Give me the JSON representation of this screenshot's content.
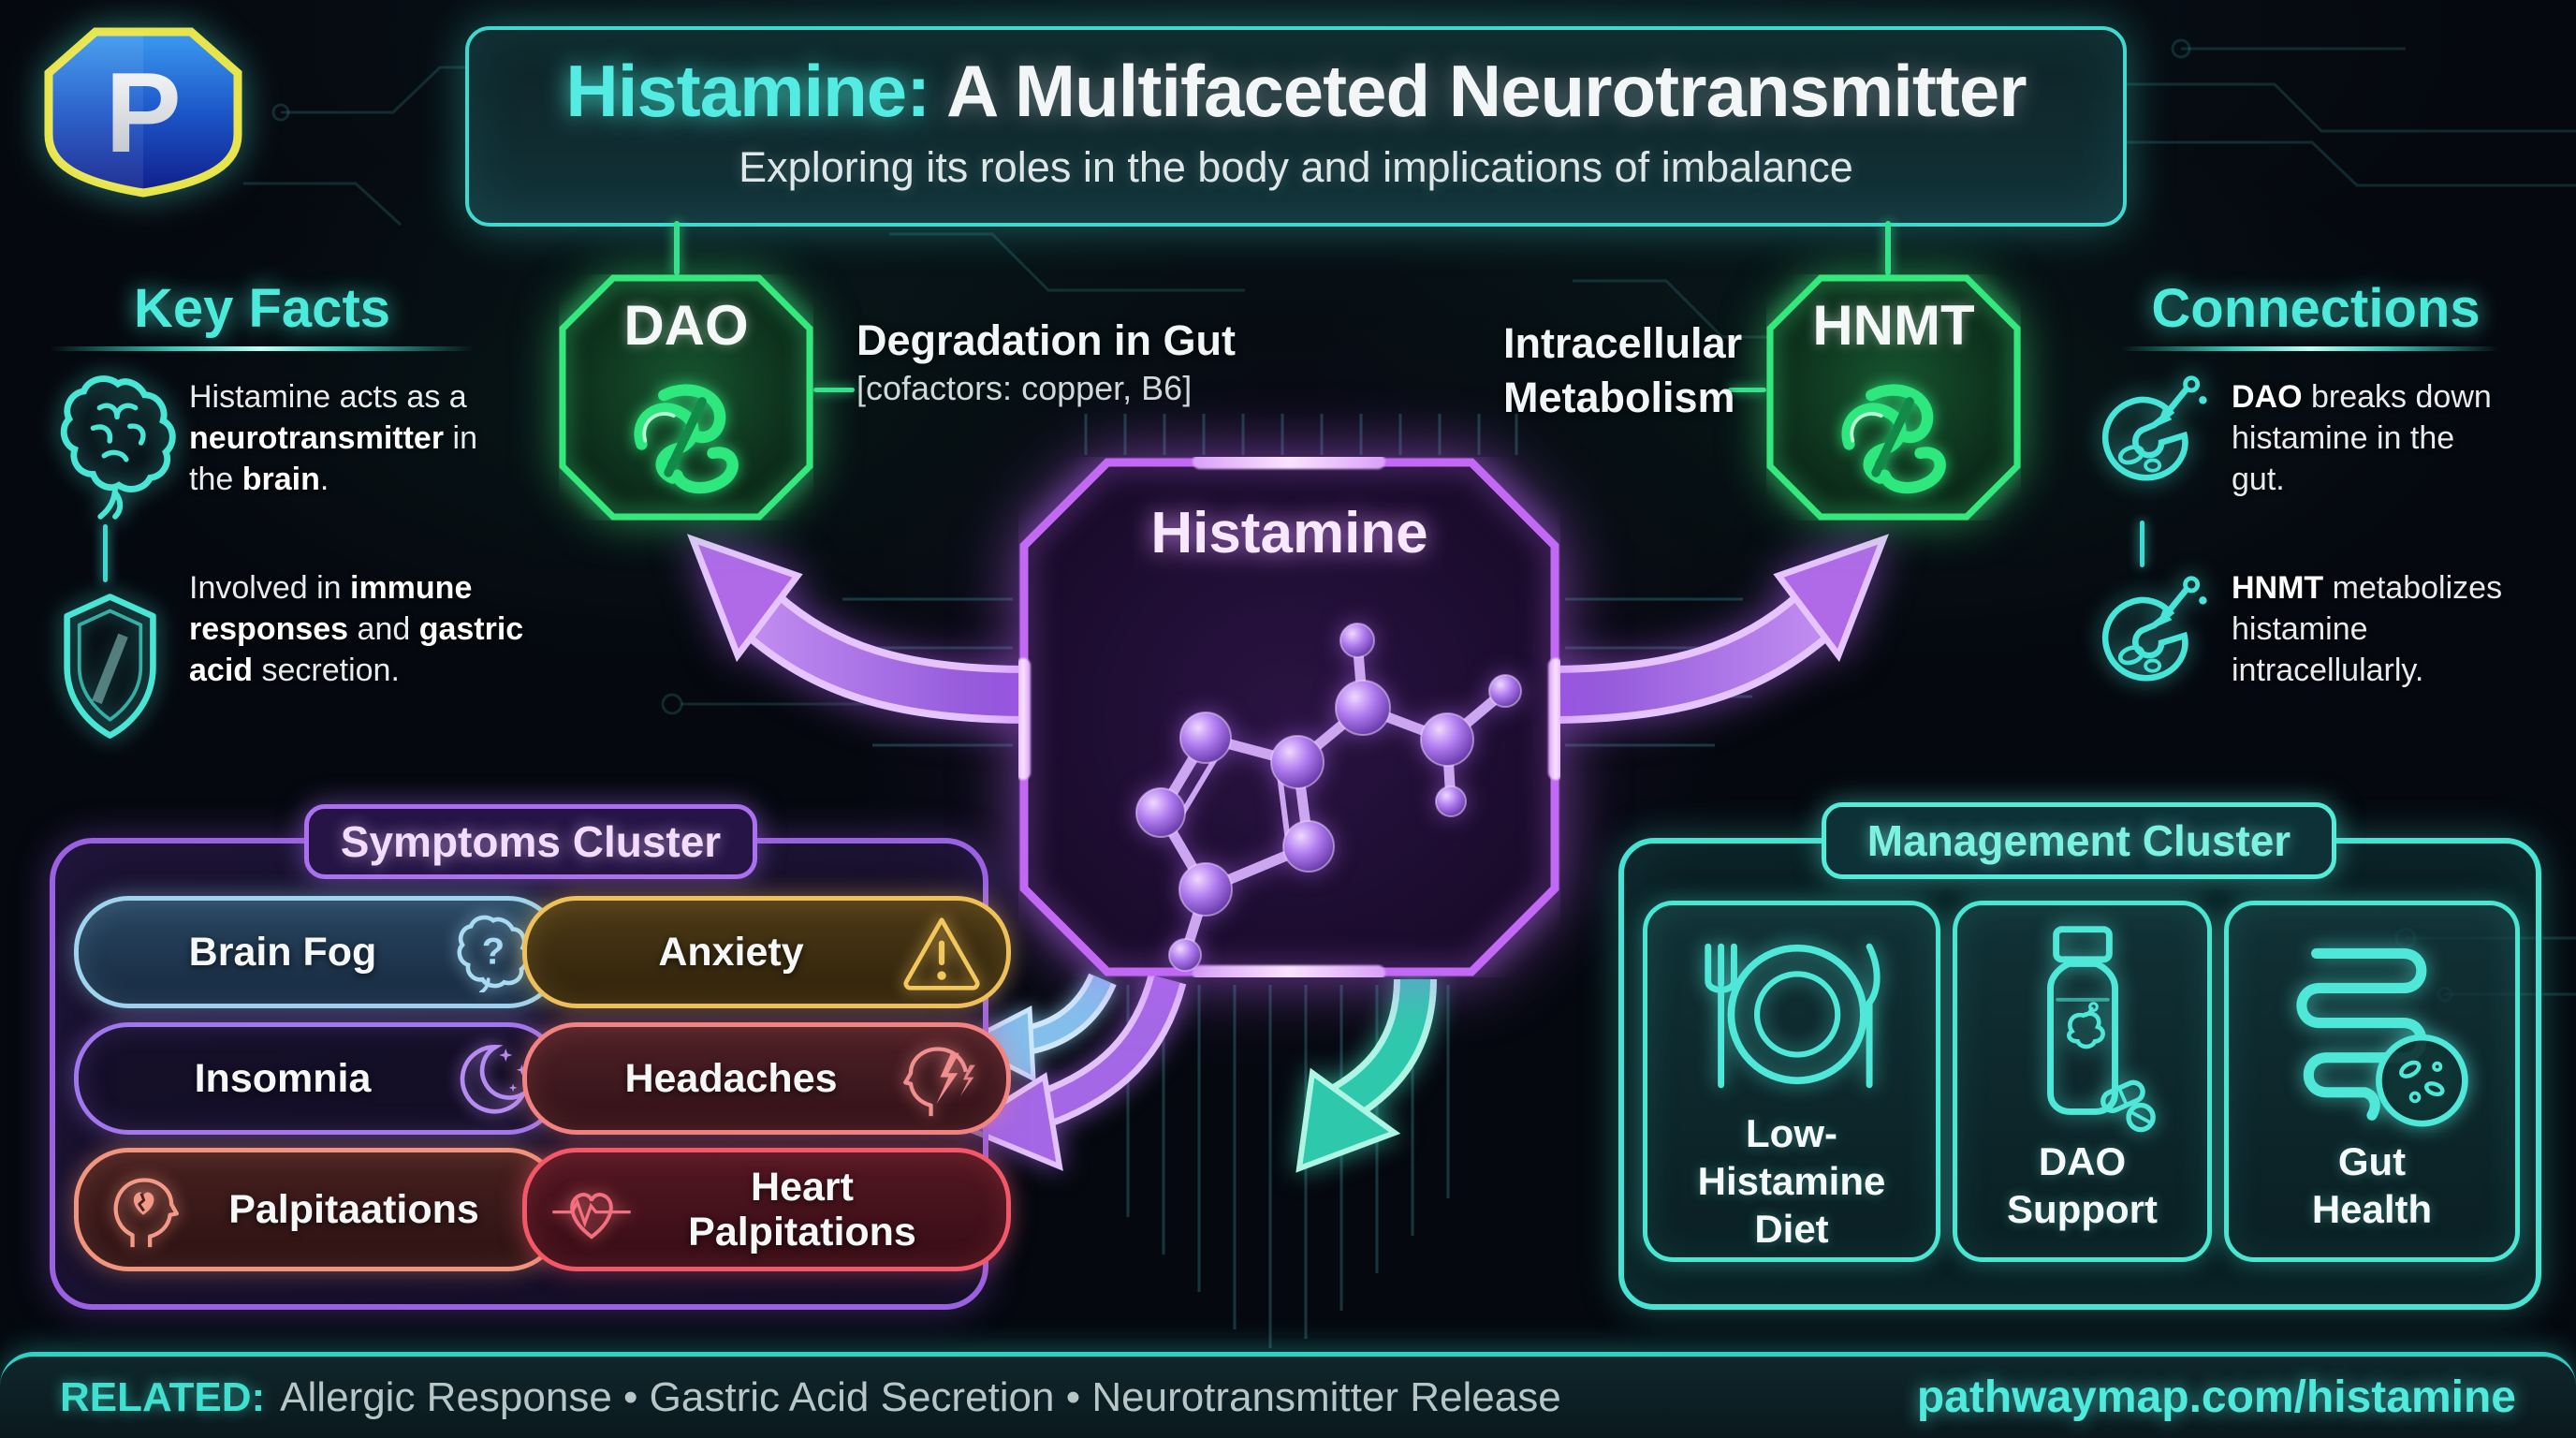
{
  "accents": {
    "cyan": "#4beadb",
    "green": "#3ce87e",
    "purple": "#c06cf2",
    "teal": "#46e2d2",
    "pill_blue": "#9fd4ef",
    "pill_amber": "#eec05a",
    "pill_violet": "#a177ee",
    "pill_red": "#f28383",
    "pill_salmon": "#f2957e",
    "pill_crimson": "#f25868",
    "logo_yellow": "#e8e44c",
    "logo_blue": "#2f86e8"
  },
  "logo": {
    "letter": "P"
  },
  "header": {
    "title_highlight": "Histamine:",
    "title_rest": " A Multifaceted Neurotransmitter",
    "subtitle": "Exploring its roles in the body and implications of imbalance"
  },
  "key_facts": {
    "heading": "Key Facts",
    "fact1": {
      "pre": "Histamine acts as a ",
      "bold1": "neurotransmitter",
      "mid": " in the ",
      "bold2": "brain",
      "post": "."
    },
    "fact1_icon": "brain-icon",
    "fact2": {
      "pre": "Involved in ",
      "bold1": "immune responses",
      "mid": " and ",
      "bold2": "gastric acid",
      "post": " secretion."
    },
    "fact2_icon": "shield-icon"
  },
  "nodes": {
    "dao": "DAO",
    "hnmt": "HNMT",
    "center": "Histamine",
    "dao_icon": "protein-ribbon-icon",
    "hnmt_icon": "protein-ribbon-icon",
    "center_icon": "molecule-3d"
  },
  "side_labels": {
    "dao_title": "Degradation in Gut",
    "dao_sub": "[cofactors: copper, B6]",
    "hnmt_title": "Intracellular Metabolism"
  },
  "connections": {
    "heading": "Connections",
    "item1": {
      "bold": "DAO",
      "rest": " breaks down histamine in the gut."
    },
    "item1_icon": "enzyme-cell-icon",
    "item2": {
      "bold": "HNMT",
      "rest": " metabolizes histamine intracellularly."
    },
    "item2_icon": "enzyme-cell-icon"
  },
  "symptoms": {
    "heading": "Symptoms Cluster",
    "pills": [
      {
        "label": "Brain Fog",
        "icon": "brain-question-icon",
        "theme": "blue",
        "icon_side": "right"
      },
      {
        "label": "Anxiety",
        "icon": "warning-triangle-icon",
        "theme": "amber",
        "icon_side": "right"
      },
      {
        "label": "Insomnia",
        "icon": "moon-stars-icon",
        "theme": "violet",
        "icon_side": "right"
      },
      {
        "label": "Headaches",
        "icon": "head-lightning-icon",
        "theme": "red",
        "icon_side": "right"
      },
      {
        "label": "Palpitaations",
        "icon": "head-heart-icon",
        "theme": "salmon",
        "icon_side": "left"
      },
      {
        "label": "Heart Palpitations",
        "icon": "heart-ecg-icon",
        "theme": "crimson",
        "icon_side": "left"
      }
    ]
  },
  "management": {
    "heading": "Management Cluster",
    "cards": [
      {
        "label": "Low-Histamine Diet",
        "icon": "diet-plate-icon"
      },
      {
        "label": "DAO Support",
        "icon": "supplement-bottle-icon"
      },
      {
        "label": "Gut Health",
        "icon": "gut-icon"
      }
    ]
  },
  "footer": {
    "related_label": "RELATED:",
    "related_items": "Allergic Response • Gastric Acid Secretion • Neurotransmitter Release",
    "url": "pathwaymap.com/histamine"
  }
}
